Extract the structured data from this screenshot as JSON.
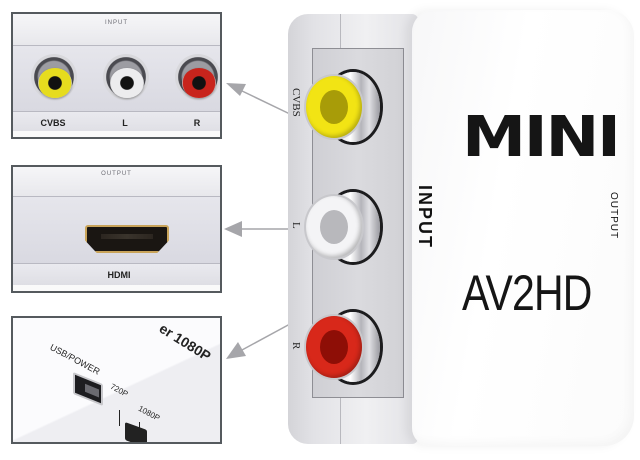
{
  "callouts": {
    "input_panel": {
      "heading": "INPUT",
      "ports": [
        {
          "label": "CVBS",
          "ring_color": "#e6dc1e"
        },
        {
          "label": "L",
          "ring_color": "#ececee"
        },
        {
          "label": "R",
          "ring_color": "#c8241c"
        }
      ]
    },
    "output_panel": {
      "heading": "OUTPUT",
      "port_label": "HDMI"
    },
    "power_panel": {
      "usb_label": "USB/POWER",
      "switch_options": [
        "720P",
        "1080P"
      ],
      "corner_text": "er 1080P"
    }
  },
  "device": {
    "brand": "MINI",
    "model": "AV2HD",
    "side_label_input": "INPUT",
    "side_label_output": "OUTPUT",
    "jacks": [
      {
        "label": "CVBS",
        "ring_color": "#f2e414",
        "hole_color": "#a89c08"
      },
      {
        "label": "L",
        "ring_color": "#f4f4f6",
        "hole_color": "#b8b8bc"
      },
      {
        "label": "R",
        "ring_color": "#d8281a",
        "hole_color": "#8e0e06"
      }
    ]
  },
  "colors": {
    "panel_border": "#555a5e",
    "arrow": "#a6a6aa",
    "device_body": "#f8f8f8"
  }
}
